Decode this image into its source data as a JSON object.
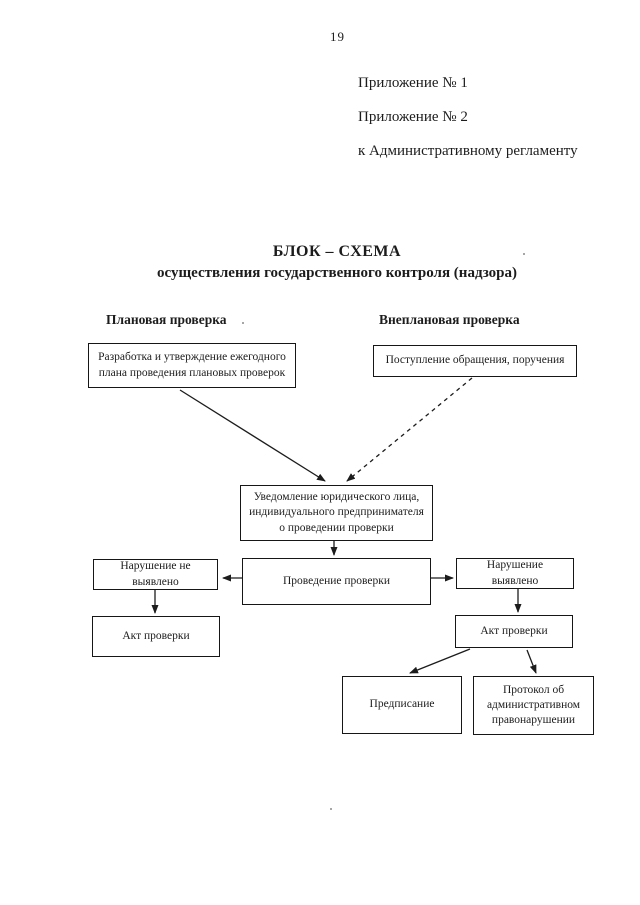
{
  "page": {
    "number": "19",
    "annex_lines": [
      "Приложение № 1",
      "Приложение № 2",
      "к Административному регламенту"
    ],
    "title_line1": "БЛОК – СХЕМА",
    "title_line2": "осуществления государственного контроля (надзора)"
  },
  "flowchart": {
    "left_column_header": "Плановая проверка",
    "right_column_header": "Внеплановая проверка",
    "boxes": {
      "plan": "Разработка и утверждение ежегодного плана проведения плановых проверок",
      "request": "Поступление обращения, поручения",
      "notification": "Уведомление юридического лица, индивидуального предпринимателя о проведении проверки",
      "no_violation": "Нарушение не выявлено",
      "inspection": "Проведение проверки",
      "violation": "Нарушение выявлено",
      "act_left": "Акт проверки",
      "act_right": "Акт проверки",
      "prescription": "Предписание",
      "protocol": "Протокол об административном правонарушении"
    },
    "connections": [
      {
        "from": "plan",
        "to": "notification",
        "style": "solid"
      },
      {
        "from": "request",
        "to": "notification",
        "style": "dashed"
      },
      {
        "from": "notification",
        "to": "inspection",
        "style": "solid"
      },
      {
        "from": "inspection",
        "to": "no_violation",
        "style": "solid"
      },
      {
        "from": "inspection",
        "to": "violation",
        "style": "solid"
      },
      {
        "from": "no_violation",
        "to": "act_left",
        "style": "solid"
      },
      {
        "from": "violation",
        "to": "act_right",
        "style": "solid"
      },
      {
        "from": "act_right",
        "to": "prescription",
        "style": "solid"
      },
      {
        "from": "act_right",
        "to": "protocol",
        "style": "solid"
      }
    ]
  },
  "colors": {
    "ink": "#1c1c1c",
    "paper": "#ffffff"
  }
}
